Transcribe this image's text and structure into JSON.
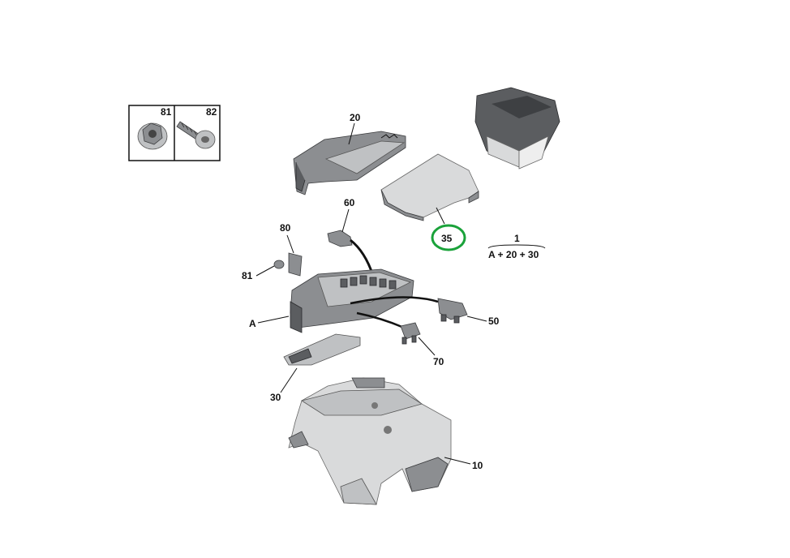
{
  "callouts": {
    "c81_box": "81",
    "c82_box": "82",
    "c20": "20",
    "c60": "60",
    "c80": "80",
    "c81": "81",
    "cA": "A",
    "c35": "35",
    "c50": "50",
    "c70": "70",
    "c30": "30",
    "c10": "10"
  },
  "assembly": {
    "number": "1",
    "formula": "A + 20 + 30"
  },
  "colors": {
    "highlight": "#1aa23a",
    "ink": "#111111"
  }
}
